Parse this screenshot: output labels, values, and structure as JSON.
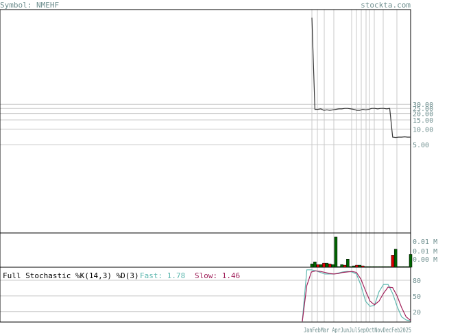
{
  "header": {
    "symbol_label": "Symbol: NMEHF",
    "site": "stockta.com"
  },
  "colors": {
    "text": "#6f8f8f",
    "grid": "#c8c8c8",
    "frame": "#000000",
    "price_line": "#333333",
    "vol_up": "#006400",
    "vol_down": "#dd0000",
    "fast_line": "#5fb8b0",
    "slow_line": "#a0205a"
  },
  "chart_data": [
    {
      "type": "line",
      "panel": "price",
      "title": "",
      "y_scale": "log",
      "y_ticks": [
        "30.00",
        "25.00",
        "20.00",
        "15.00",
        "10.00",
        "5.00"
      ],
      "y_tick_values": [
        30,
        25,
        20,
        15,
        10,
        5
      ],
      "ylim": [
        0.1,
        2000
      ],
      "x_labels": [
        "Jan",
        "Feb",
        "Mar",
        "Apr",
        "Jun",
        "Jul",
        "Sep",
        "Oct",
        "Nov",
        "Dec",
        "Feb",
        "2025"
      ],
      "x_label_text": "JanFebMar AprJunJulSepOctNovDecFeb2025",
      "n_bars": 34,
      "values": [
        1400,
        24,
        24,
        24.5,
        23,
        23.5,
        23,
        23.5,
        24,
        24.5,
        24.5,
        25,
        25,
        24.5,
        24,
        23,
        23,
        24,
        23.5,
        24,
        25,
        25,
        24.5,
        25,
        25,
        24.5,
        25,
        7,
        6.9,
        7,
        7,
        7.1,
        7,
        7
      ]
    },
    {
      "type": "bar",
      "panel": "volume",
      "y_ticks": [
        "0.01 M",
        "0.01 M",
        "0.00 M"
      ],
      "values": [
        0.0005,
        0.0008,
        0.0004,
        0.0004,
        0.0006,
        0.0006,
        0.0005,
        0.0004,
        0.0045,
        0.0001,
        0.0004,
        0.0003,
        0.0012,
        0.0001,
        0.0002,
        0.0003,
        0.0003,
        0.0002,
        0.0001,
        0.0001,
        0.0001,
        0.0001,
        0.0001,
        0.0001,
        0.0001,
        0.0001,
        0.0001,
        0.0018,
        0.0027,
        0.0001,
        0.0001,
        0.0001,
        0.0001,
        0.0019
      ],
      "up": [
        true,
        true,
        false,
        true,
        false,
        true,
        false,
        true,
        true,
        true,
        true,
        false,
        true,
        true,
        true,
        false,
        true,
        false,
        true,
        true,
        true,
        true,
        true,
        true,
        true,
        true,
        true,
        false,
        true,
        true,
        true,
        true,
        true,
        true
      ],
      "ylim": [
        0,
        0.0048
      ]
    },
    {
      "type": "line",
      "panel": "stochastic",
      "label": "Full Stochastic %K(14,3) %D(3)",
      "fast_label": "Fast: 1.78",
      "slow_label": "Slow: 1.46",
      "y_ticks": [
        "80",
        "50",
        "20"
      ],
      "y_tick_values": [
        80,
        50,
        20
      ],
      "ylim": [
        0,
        105
      ],
      "series": [
        {
          "name": "Fast",
          "values": [
            2,
            100,
            100,
            98,
            95,
            92,
            92,
            92,
            94,
            96,
            97,
            96,
            92,
            70,
            40,
            30,
            32,
            58,
            72,
            72,
            55,
            30,
            10,
            4,
            2
          ]
        },
        {
          "name": "Slow",
          "values": [
            1,
            70,
            96,
            98,
            97,
            95,
            93,
            92,
            93,
            95,
            96,
            97,
            95,
            82,
            60,
            40,
            33,
            40,
            55,
            67,
            66,
            50,
            28,
            10,
            3
          ]
        }
      ]
    }
  ]
}
